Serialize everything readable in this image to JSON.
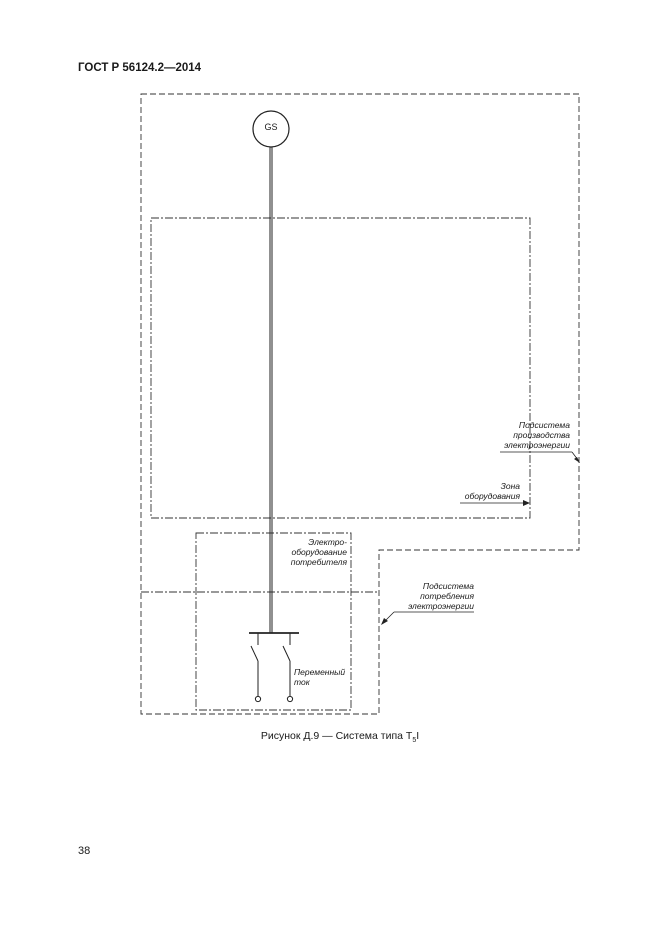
{
  "document": {
    "standard": "ГОСТ Р 56124.2—2014",
    "page_number": "38",
    "figure_caption_main": "Рисунок Д.9 — Система типа T",
    "figure_caption_sub": "5",
    "figure_caption_tail": "I"
  },
  "diagram": {
    "generator_label": "GS",
    "labels": {
      "production_subsystem": [
        "Подсистема",
        "производства",
        "электроэнергии"
      ],
      "equipment_zone": [
        "Зона",
        "оборудования"
      ],
      "consumer_equipment": [
        "Электро-",
        "оборудование",
        "потребителя"
      ],
      "consumption_subsystem": [
        "Подсистема",
        "потребления",
        "электроэнергии"
      ],
      "alternating_current": [
        "Переменный",
        "ток"
      ]
    }
  }
}
